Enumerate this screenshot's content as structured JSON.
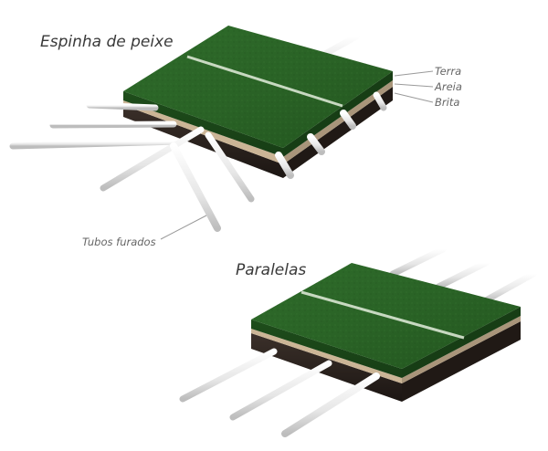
{
  "diagram": {
    "top": {
      "title": "Espinha de peixe",
      "layers": [
        "Terra",
        "Areia",
        "Brita"
      ]
    },
    "pipes_label": "Tubos furados",
    "bottom": {
      "title": "Paralelas"
    },
    "colors": {
      "grass": "#2f6a2a",
      "grass_dark": "#1f4d1c",
      "sand": "#cbb596",
      "gravel": "#3a2e28",
      "pipe": "#eeeeee",
      "label": "#555555"
    }
  }
}
